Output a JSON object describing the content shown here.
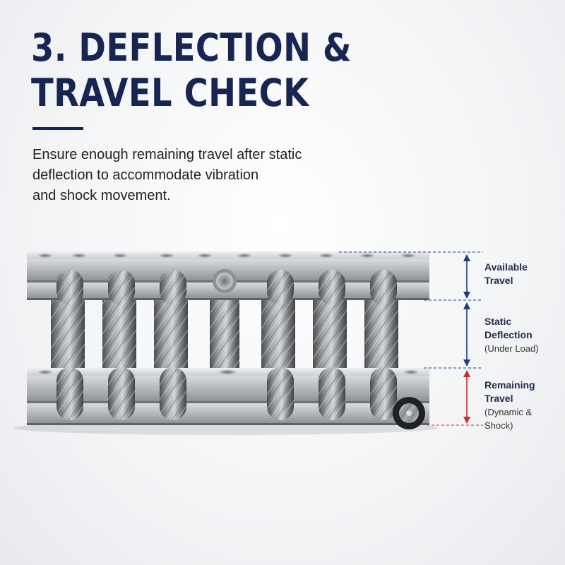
{
  "heading": {
    "line1": "3. DEFLECTION &",
    "line2": "TRAVEL CHECK"
  },
  "description": {
    "line1": "Ensure enough remaining travel after static",
    "line2": "deflection to accommodate vibration",
    "line3": "and shock movement."
  },
  "labels": {
    "available": {
      "line1": "Available",
      "line2": "Travel"
    },
    "static": {
      "line1": "Static",
      "line2": "Deflection",
      "note": "(Under Load)"
    },
    "remaining": {
      "line1": "Remaining",
      "line2": "Travel",
      "note1": "(Dynamic &",
      "note2": "Shock)"
    }
  },
  "colors": {
    "heading": "#172554",
    "accent_blue": "#1e3a8a",
    "accent_red": "#dc2626"
  },
  "icons": [
    "arrow-double-vertical"
  ]
}
